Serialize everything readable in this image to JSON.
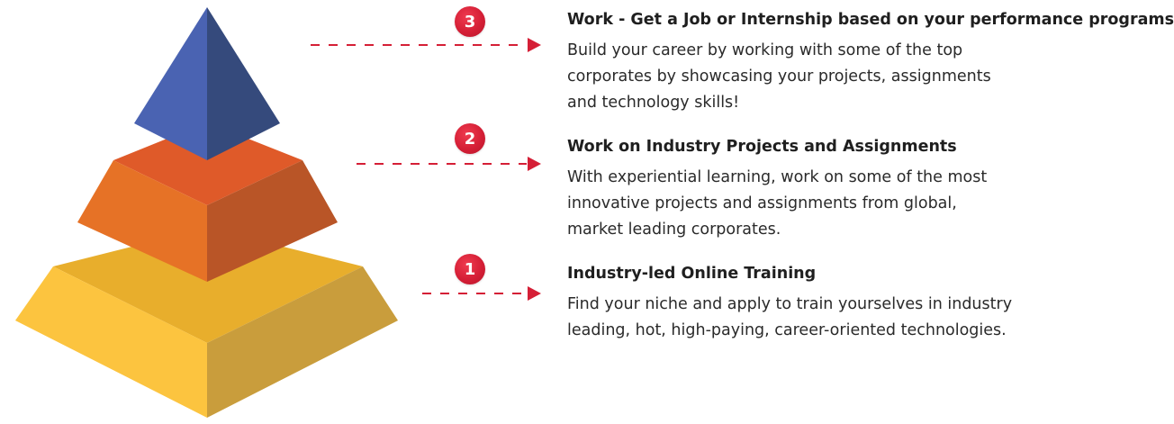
{
  "colors": {
    "tier3_left": "#4a63b2",
    "tier3_right": "#354a7c",
    "tier2_top": "#df5a29",
    "tier2_left": "#e67226",
    "tier2_right": "#b95527",
    "tier1_top": "#e8ae2c",
    "tier1_left": "#fcc43f",
    "tier1_right": "#c99d3c",
    "accent": "#d51f36"
  },
  "tiers": [
    {
      "number": "3",
      "title": "Work - Get a Job or Internship based on your performance programs",
      "description": "Build your career by working with some of the top corporates by showcasing your projects, assignments and technology skills!"
    },
    {
      "number": "2",
      "title": "Work on Industry Projects and Assignments",
      "description": "With experiential learning, work on some of the most innovative projects and assignments from global, market leading corporates."
    },
    {
      "number": "1",
      "title": "Industry-led Online Training",
      "description": "Find your niche and apply to train yourselves in industry leading, hot, high-paying, career-oriented technologies."
    }
  ]
}
